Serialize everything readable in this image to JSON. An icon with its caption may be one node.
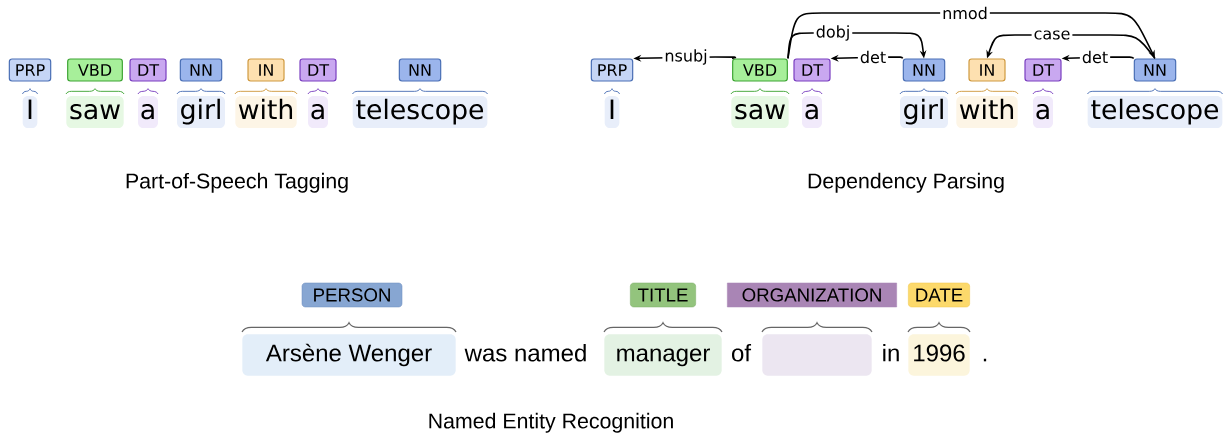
{
  "diagram": {
    "nodes": [
      {
        "text": [
          "PRP"
        ]
      },
      {
        "text": [
          "VBD"
        ]
      },
      {
        "text": [
          "DT"
        ]
      },
      {
        "text": [
          "NN"
        ]
      },
      {
        "text": [
          "IN"
        ]
      },
      {
        "text": [
          "DT"
        ]
      },
      {
        "text": [
          "NN"
        ]
      },
      {
        "text": [
          "I"
        ]
      },
      {
        "text": [
          "saw"
        ]
      },
      {
        "text": [
          "a"
        ]
      },
      {
        "text": [
          "girl"
        ]
      },
      {
        "text": [
          "with"
        ]
      },
      {
        "text": [
          "a"
        ]
      },
      {
        "text": [
          "telescope"
        ]
      },
      {
        "text": [
          "PRP"
        ]
      },
      {
        "text": [
          "VBD"
        ]
      },
      {
        "text": [
          "DT"
        ]
      },
      {
        "text": [
          "NN"
        ]
      },
      {
        "text": [
          "IN"
        ]
      },
      {
        "text": [
          "DT"
        ]
      },
      {
        "text": [
          "NN"
        ]
      },
      {
        "text": [
          "I"
        ]
      },
      {
        "text": [
          "saw"
        ]
      },
      {
        "text": [
          "a"
        ]
      },
      {
        "text": [
          "girl"
        ]
      },
      {
        "text": [
          "with"
        ]
      },
      {
        "text": [
          "a"
        ]
      },
      {
        "text": [
          "telescope"
        ]
      },
      {
        "text": [
          "PERSON"
        ]
      },
      {
        "text": [
          "TITLE"
        ]
      },
      {
        "text": [
          "ORGANIZATION"
        ]
      },
      {
        "text": [
          "DATE"
        ]
      },
      {
        "text": [
          "Arsène Wenger"
        ]
      },
      {
        "text": [
          "manager"
        ]
      },
      {
        "text": [],
        "shape": "box"
      },
      {
        "text": [
          "1996"
        ]
      }
    ],
    "edges": [
      {
        "from": 15,
        "to": 14,
        "arrow": "to",
        "label": "nsubj"
      },
      {
        "from": 15,
        "to": 17,
        "arrow": "to",
        "label": "dobj"
      },
      {
        "from": 15,
        "to": 20,
        "arrow": "to",
        "label": "nmod"
      },
      {
        "from": 17,
        "to": 16,
        "arrow": "to",
        "label": "det"
      },
      {
        "from": 20,
        "to": 18,
        "arrow": "to",
        "label": "case"
      },
      {
        "from": 20,
        "to": 19,
        "arrow": "to",
        "label": "det"
      }
    ],
    "labels": [
      "Part-of-Speech Tagging",
      "Dependency Parsing",
      "was named",
      "of",
      "in",
      ".",
      "Named Entity Recognition"
    ]
  }
}
